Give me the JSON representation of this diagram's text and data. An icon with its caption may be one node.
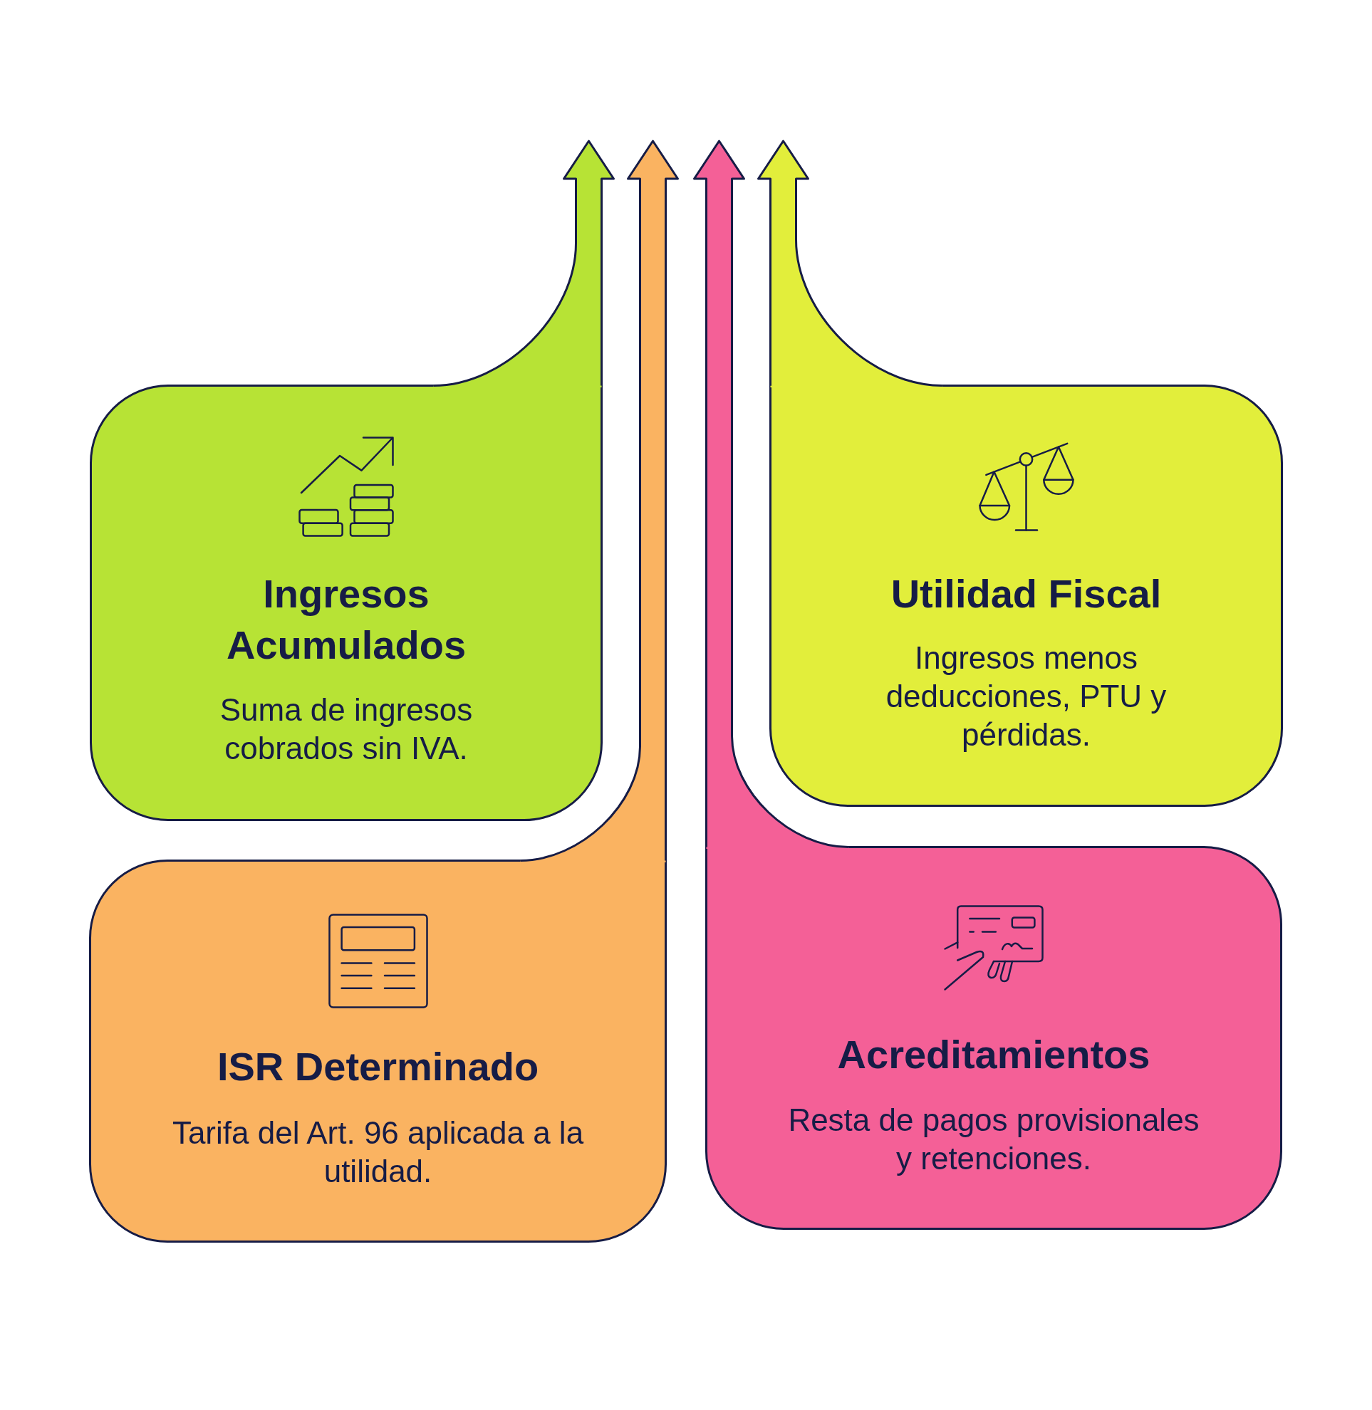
{
  "diagram": {
    "nodes": [
      {
        "text": [
          "Ingresos Acumulados",
          "Suma de ingresos cobrados sin IVA."
        ]
      },
      {
        "text": [
          "Utilidad Fiscal",
          "Ingresos menos deducciones, PTU y pérdidas."
        ]
      },
      {
        "text": [
          "ISR Determinado",
          "Tarifa del Art. 96 aplicada a la utilidad."
        ]
      },
      {
        "text": [
          "Acreditamientos",
          "Resta de pagos provisionales y retenciones."
        ]
      }
    ],
    "edges": [
      {
        "from": 0,
        "to": null,
        "arrow": "to"
      },
      {
        "from": 2,
        "to": null,
        "arrow": "to"
      },
      {
        "from": 3,
        "to": null,
        "arrow": "to"
      },
      {
        "from": 1,
        "to": null,
        "arrow": "to"
      }
    ]
  }
}
